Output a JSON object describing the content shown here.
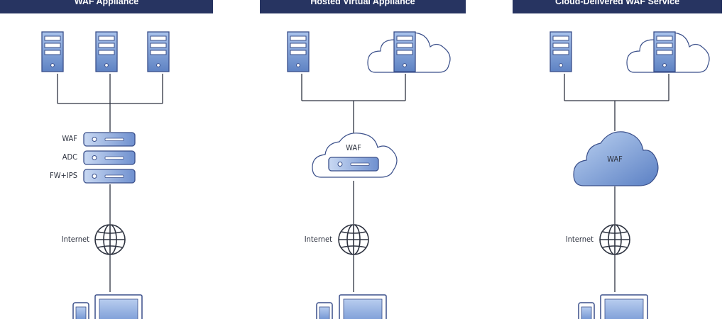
{
  "columns": [
    {
      "title": "WAF Appliance",
      "stack_labels": [
        "WAF",
        "ADC",
        "FW+IPS"
      ],
      "internet_label": "Internet"
    },
    {
      "title": "Hosted Virtual Appliance",
      "cloud_label": "WAF",
      "internet_label": "Internet"
    },
    {
      "title": "Cloud-Delivered WAF Service",
      "cloud_label": "WAF",
      "internet_label": "Internet"
    }
  ],
  "colors": {
    "header": "#273461",
    "line": "#2e3340",
    "device_fill": "#7b9fd8",
    "device_stroke": "#3a4f8a",
    "cloud_fill": "#8fb1e4"
  },
  "icons": [
    "server-icon",
    "cloud-icon",
    "appliance-icon",
    "globe-icon",
    "phone-icon",
    "monitor-icon"
  ]
}
